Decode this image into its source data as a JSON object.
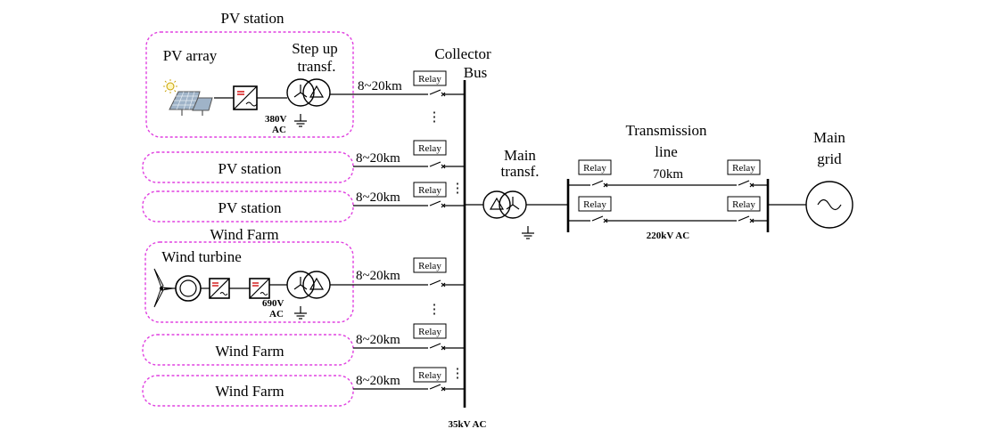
{
  "labels": {
    "pv_station_title": "PV station",
    "pv_array": "PV array",
    "step_up_1": "Step up",
    "step_up_2": "transf.",
    "v380": "380V",
    "ac": "AC",
    "collector_1": "Collector",
    "collector_2": "Bus",
    "pv_station": "PV station",
    "wind_farm_title": "Wind Farm",
    "wind_turbine": "Wind turbine",
    "v690": "690V",
    "wind_farm": "Wind Farm",
    "bus_voltage": "35kV AC",
    "main_transf_1": "Main",
    "main_transf_2": "transf.",
    "transmission_1": "Transmission",
    "transmission_2": "line",
    "line_length": "70km",
    "line_voltage": "220kV AC",
    "main_grid_1": "Main",
    "main_grid_2": "grid",
    "feeder_length": "8~20km",
    "relay": "Relay",
    "ellipsis": "⋮"
  },
  "colors": {
    "dashed_border": "#e040e0",
    "line": "#000000",
    "transformer": "#000000",
    "converter_accent": "#d62020"
  },
  "icons": [
    "sun-icon",
    "solar-panel-icon",
    "converter-icon",
    "transformer-icon",
    "ground-icon",
    "wind-turbine-icon",
    "generator-icon",
    "ac-source-icon",
    "breaker-icon"
  ]
}
